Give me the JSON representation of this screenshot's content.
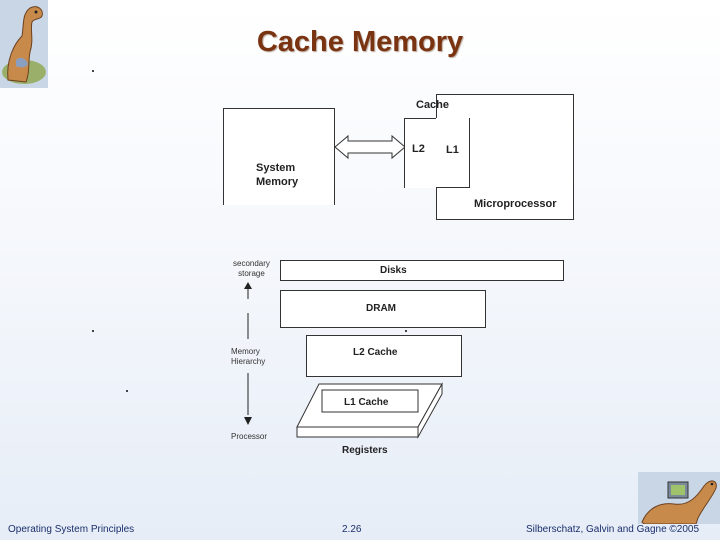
{
  "slide": {
    "title": "Cache Memory"
  },
  "diagram_top": {
    "system_memory_l1": "System",
    "system_memory_l2": "Memory",
    "cache_label": "Cache",
    "l2_label": "L2",
    "l1_label": "L1",
    "microprocessor_label": "Microprocessor"
  },
  "diagram_bottom": {
    "secondary_storage_l1": "secondary",
    "secondary_storage_l2": "storage",
    "memory_hierarchy_l1": "Memory",
    "memory_hierarchy_l2": "Hierarchy",
    "processor_label": "Processor",
    "disks_label": "Disks",
    "dram_label": "DRAM",
    "l2_cache_label": "L2 Cache",
    "l1_cache_label": "L1 Cache",
    "registers_label": "Registers"
  },
  "footer": {
    "course": "Operating System Principles",
    "page": "2.26",
    "copyright": "Silberschatz, Galvin and Gagne ©2005"
  }
}
